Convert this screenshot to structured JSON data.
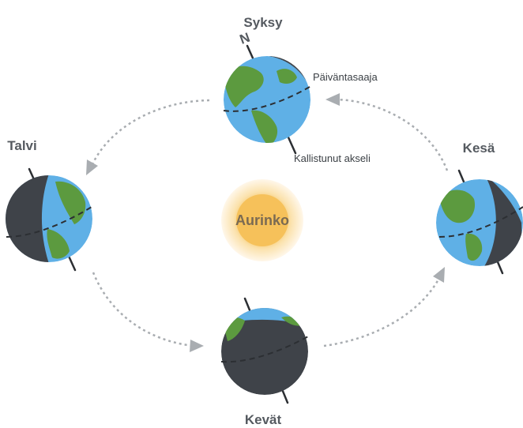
{
  "labels": {
    "autumn": "Syksy",
    "winter": "Talvi",
    "summer": "Kesä",
    "spring": "Kevät",
    "sun": "Aurinko",
    "north": "N",
    "equator": "Päiväntasaaja",
    "tilted_axis": "Kallistunut akseli"
  },
  "colors": {
    "ocean": "#5fb0e6",
    "land": "#5c9a3f",
    "night": "#3f4349",
    "sun_core": "#f7c86a",
    "sun_glow": "#fdf0d4",
    "arrow": "#a9adb1",
    "text": "#555a60"
  }
}
